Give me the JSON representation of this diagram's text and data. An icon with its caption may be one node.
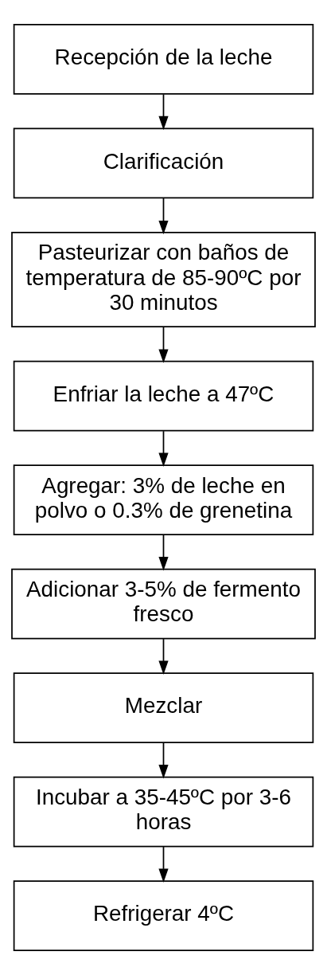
{
  "diagram": {
    "nodes": [
      {
        "text": [
          "Recepción de la leche"
        ]
      },
      {
        "text": [
          "Clarificación"
        ]
      },
      {
        "text": [
          "Pasteurizar con baños de temperatura de 85-90ºC por 30 minutos"
        ]
      },
      {
        "text": [
          "Enfriar la leche a 47ºC"
        ]
      },
      {
        "text": [
          "Agregar: 3% de leche en polvo o 0.3% de grenetina"
        ]
      },
      {
        "text": [
          "Adicionar 3-5% de fermento fresco"
        ]
      },
      {
        "text": [
          "Mezclar"
        ]
      },
      {
        "text": [
          "Incubar a 35-45ºC por 3-6 horas"
        ]
      },
      {
        "text": [
          "Refrigerar 4ºC"
        ]
      }
    ],
    "edges": [
      {
        "from": 0,
        "to": 1,
        "arrow": "to"
      },
      {
        "from": 1,
        "to": 2,
        "arrow": "to"
      },
      {
        "from": 2,
        "to": 3,
        "arrow": "to"
      },
      {
        "from": 3,
        "to": 4,
        "arrow": "to"
      },
      {
        "from": 4,
        "to": 5,
        "arrow": "to"
      },
      {
        "from": 5,
        "to": 6,
        "arrow": "to"
      },
      {
        "from": 6,
        "to": 7,
        "arrow": "to"
      },
      {
        "from": 7,
        "to": 8,
        "arrow": "to"
      }
    ]
  }
}
